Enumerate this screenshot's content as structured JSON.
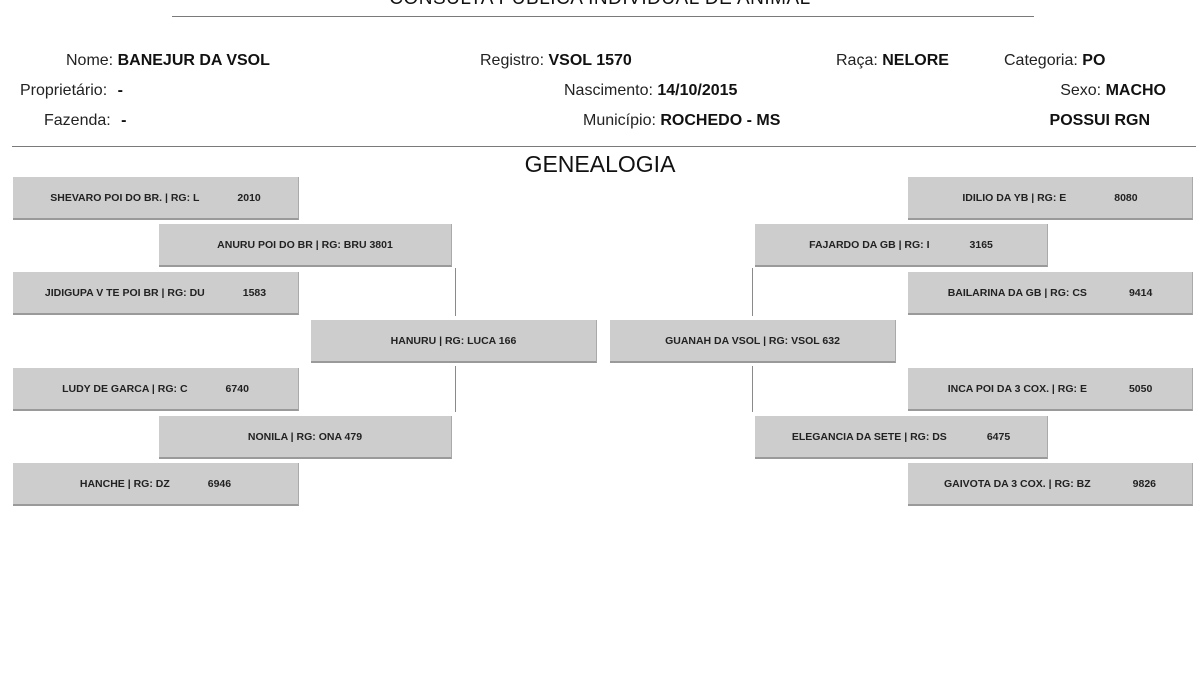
{
  "document": {
    "title": "CONSULTA PÚBLICA INDIVIDUAL DE ANIMAL"
  },
  "animal": {
    "nome_label": "Nome:",
    "nome_value": "BANEJUR DA VSOL",
    "registro_label": "Registro:",
    "registro_value": "VSOL 1570",
    "raca_label": "Raça:",
    "raca_value": "NELORE",
    "categoria_label": "Categoria:",
    "categoria_value": "PO",
    "proprietario_label": "Proprietário:",
    "proprietario_value": "-",
    "nascimento_label": "Nascimento:",
    "nascimento_value": "14/10/2015",
    "sexo_label": "Sexo:",
    "sexo_value": "MACHO",
    "fazenda_label": "Fazenda:",
    "fazenda_value": "-",
    "municipio_label": "Município:",
    "municipio_value": "ROCHEDO - MS",
    "rgn_status": "POSSUI RGN"
  },
  "genealogy": {
    "heading": "GENEALOGIA",
    "sire": {
      "name": "HANURU | RG: LUCA 166",
      "sire": {
        "name": "ANURU POI DO BR | RG: BRU 3801"
      },
      "dam": {
        "name": "NONILA | RG: ONA 479"
      },
      "ss": {
        "name": "SHEVARO POI DO BR. | RG: L",
        "num": "2010"
      },
      "sd": {
        "name": "JIDIGUPA V TE POI BR | RG: DU",
        "num": "1583"
      },
      "ds": {
        "name": "LUDY DE GARCA | RG: C",
        "num": "6740"
      },
      "dd": {
        "name": "HANCHE | RG: DZ",
        "num": "6946"
      }
    },
    "dam": {
      "name": "GUANAH DA VSOL | RG: VSOL 632",
      "sire": {
        "name": "FAJARDO DA GB | RG: I",
        "num": "3165"
      },
      "dam": {
        "name": "ELEGANCIA DA SETE | RG: DS",
        "num": "6475"
      },
      "ss": {
        "name": "IDILIO DA YB | RG: E",
        "num": "8080"
      },
      "sd": {
        "name": "BAILARINA DA GB | RG: CS",
        "num": "9414"
      },
      "ds": {
        "name": "INCA POI DA 3 COX. | RG: E",
        "num": "5050"
      },
      "dd": {
        "name": "GAIVOTA DA 3 COX. | RG: BZ",
        "num": "9826"
      }
    }
  }
}
